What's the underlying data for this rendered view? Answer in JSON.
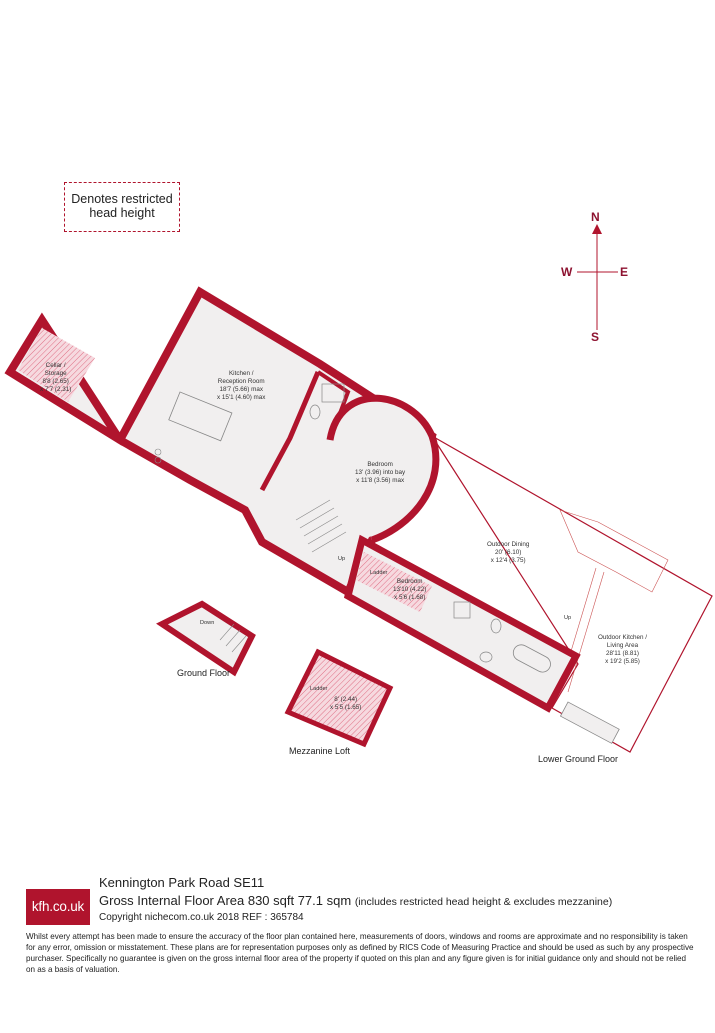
{
  "legend": {
    "text_line1": "Denotes restricted",
    "text_line2": "head height"
  },
  "compass": {
    "n": "N",
    "s": "S",
    "e": "E",
    "w": "W"
  },
  "rooms": {
    "cellar": {
      "name": "Cellar /",
      "name2": "Storage",
      "dim1": "8'8 (2.65)",
      "dim2": "x 7'7 (2.31)"
    },
    "kitchen": {
      "name": "Kitchen /",
      "name2": "Reception Room",
      "dim1": "18'7 (5.66) max",
      "dim2": "x 15'1 (4.60) max"
    },
    "bedroom1": {
      "name": "Bedroom",
      "dim1": "13' (3.96) into bay",
      "dim2": "x 11'8 (3.56) max"
    },
    "bedroom2": {
      "name": "Bedroom",
      "dim1": "13'10 (4.22)",
      "dim2": "x 5'6 (1.68)"
    },
    "outdoor_dining": {
      "name": "Outdoor Dining",
      "dim1": "20' (6.10)",
      "dim2": "x 12'4 (3.75)"
    },
    "outdoor_kitchen": {
      "name": "Outdoor Kitchen /",
      "name2": "Living Area",
      "dim1": "28'11 (8.81)",
      "dim2": "x 19'2 (5.85)"
    },
    "loft": {
      "name": "Ladder",
      "dim1": "8' (2.44)",
      "dim2": "x 5'5 (1.65)"
    }
  },
  "markers": {
    "up1": "Up",
    "up2": "Up",
    "ladder": "Ladder",
    "down": "Down"
  },
  "floors": {
    "ground": "Ground Floor",
    "mezzanine": "Mezzanine Loft",
    "lower": "Lower Ground Floor"
  },
  "footer": {
    "logo": "kfh.co.uk",
    "address": "Kennington Park Road SE11",
    "area_main": "Gross Internal Floor Area 830 sqft 77.1 sqm",
    "area_note": "(includes restricted head height & excludes mezzanine)",
    "copyright": "Copyright nichecom.co.uk 2018 REF : 365784",
    "disclaimer": "Whilst every attempt has been made to ensure the accuracy of the floor plan contained here, measurements of doors, windows and rooms are approximate and no responsibility is taken for any error, omission or misstatement. These plans are for representation purposes only as defined by RICS Code of Measuring Practice and should be used as such by any prospective purchaser. Specifically no guarantee is given on the gross internal floor area of the property if quoted on this plan and any figure given is for initial guidance only and should not be relied on as a basis of valuation."
  },
  "colors": {
    "wall": "#b0142d",
    "floor": "#f1efef",
    "restricted": "#f6d9df"
  }
}
